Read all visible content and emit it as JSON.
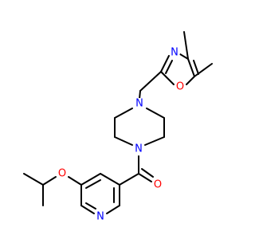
{
  "atoms": {
    "oxazole_N": {
      "label": "N",
      "color": "#0000ff"
    },
    "oxazole_O": {
      "label": "O",
      "color": "#ff0000"
    },
    "piperazine_N_top": {
      "label": "N",
      "color": "#0000ff"
    },
    "piperazine_N_bottom": {
      "label": "N",
      "color": "#0000ff"
    },
    "carbonyl_O": {
      "label": "O",
      "color": "#ff0000"
    },
    "ether_O": {
      "label": "O",
      "color": "#ff0000"
    },
    "pyridine_N": {
      "label": "N",
      "color": "#0000ff"
    }
  },
  "bond_color": "#000000"
}
